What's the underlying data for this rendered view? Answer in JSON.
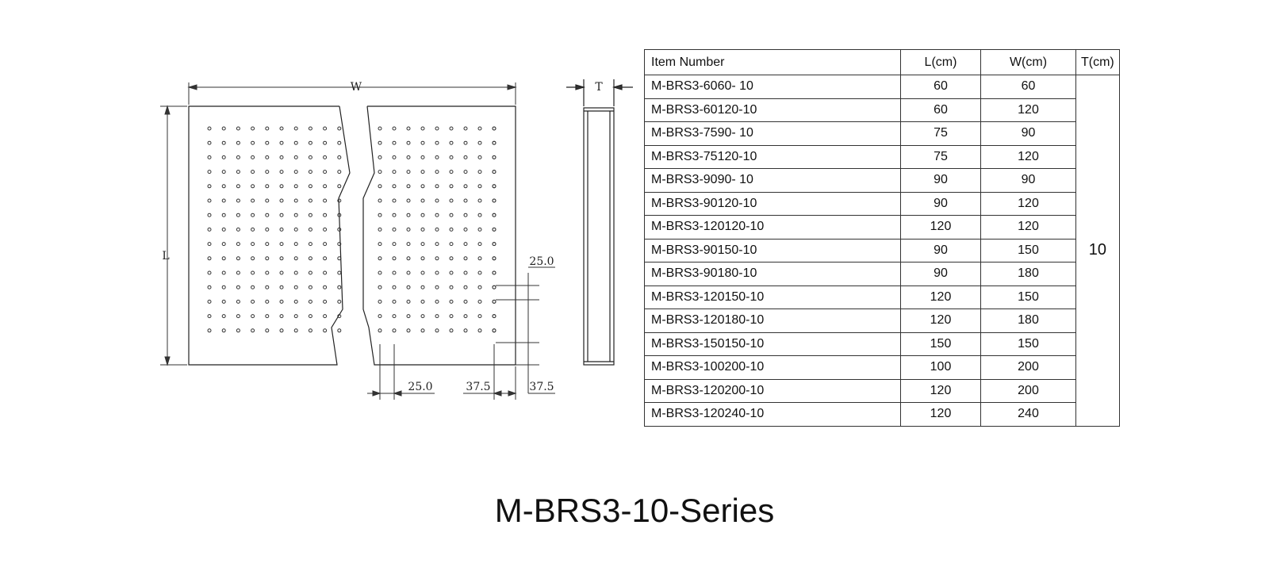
{
  "drawing": {
    "labels": {
      "width": "W",
      "length": "L",
      "thickness": "T",
      "hole_spacing_vertical": "25.0",
      "hole_spacing_horizontal": "25.0",
      "edge_offset_bottom": "37.5",
      "edge_offset_right": "37.5"
    }
  },
  "table": {
    "headers": {
      "item": "Item Number",
      "l": "L(cm)",
      "w": "W(cm)",
      "t": "T(cm)"
    },
    "thickness_value": "10",
    "rows": [
      {
        "item": "M-BRS3-6060- 10",
        "l": "60",
        "w": "60"
      },
      {
        "item": "M-BRS3-60120-10",
        "l": "60",
        "w": "120"
      },
      {
        "item": "M-BRS3-7590- 10",
        "l": "75",
        "w": "90"
      },
      {
        "item": "M-BRS3-75120-10",
        "l": "75",
        "w": "120"
      },
      {
        "item": "M-BRS3-9090- 10",
        "l": "90",
        "w": "90"
      },
      {
        "item": "M-BRS3-90120-10",
        "l": "90",
        "w": "120"
      },
      {
        "item": "M-BRS3-120120-10",
        "l": "120",
        "w": "120"
      },
      {
        "item": "M-BRS3-90150-10",
        "l": "90",
        "w": "150"
      },
      {
        "item": "M-BRS3-90180-10",
        "l": "90",
        "w": "180"
      },
      {
        "item": "M-BRS3-120150-10",
        "l": "120",
        "w": "150"
      },
      {
        "item": "M-BRS3-120180-10",
        "l": "120",
        "w": "180"
      },
      {
        "item": "M-BRS3-150150-10",
        "l": "150",
        "w": "150"
      },
      {
        "item": "M-BRS3-100200-10",
        "l": "100",
        "w": "200"
      },
      {
        "item": "M-BRS3-120200-10",
        "l": "120",
        "w": "200"
      },
      {
        "item": "M-BRS3-120240-10",
        "l": "120",
        "w": "240"
      }
    ]
  },
  "series_title": "M-BRS3-10-Series"
}
